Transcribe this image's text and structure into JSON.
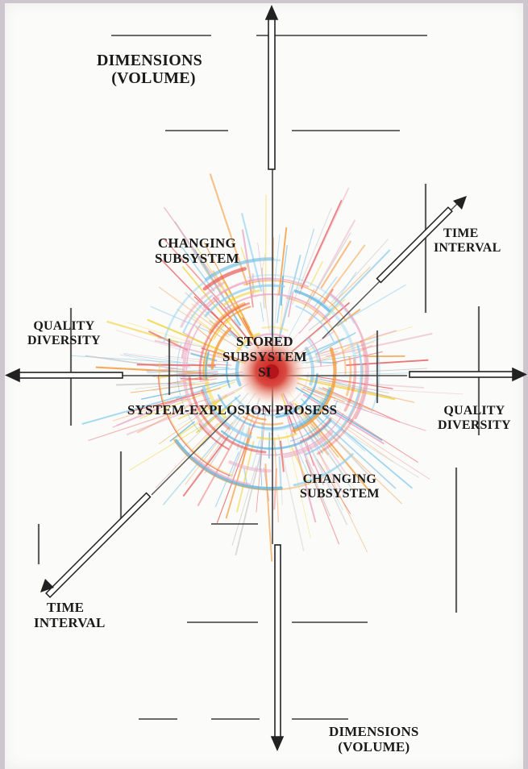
{
  "labels": {
    "top_dimensions": [
      "DIMENSIONS",
      "(VOLUME)"
    ],
    "bottom_dimensions": [
      "DIMENSIONS",
      "(VOLUME)"
    ],
    "left_quality": [
      "QUALITY",
      "DIVERSITY"
    ],
    "right_quality": [
      "QUALITY",
      "DIVERSITY"
    ],
    "top_time": [
      "TIME",
      "INTERVAL"
    ],
    "bottom_time": [
      "TIME",
      "INTERVAL"
    ],
    "changing_upper": [
      "CHANGING",
      "SUBSYSTEM"
    ],
    "changing_lower": [
      "CHANGING",
      "SUBSYSTEM"
    ],
    "stored": [
      "STORED",
      "SUBSYSTEM",
      "SI"
    ],
    "process": "SYSTEM-EXPLOSION PROSESS"
  },
  "colors": {
    "paper": "#fbfbf9",
    "ink": "#2b2b2b",
    "core": "#c81e1e",
    "scribble": [
      "#f2d43a",
      "#f59b3c",
      "#e85a5a",
      "#5ab4e0",
      "#8fd0f0",
      "#e8a0c0",
      "#c8c8c8"
    ]
  }
}
